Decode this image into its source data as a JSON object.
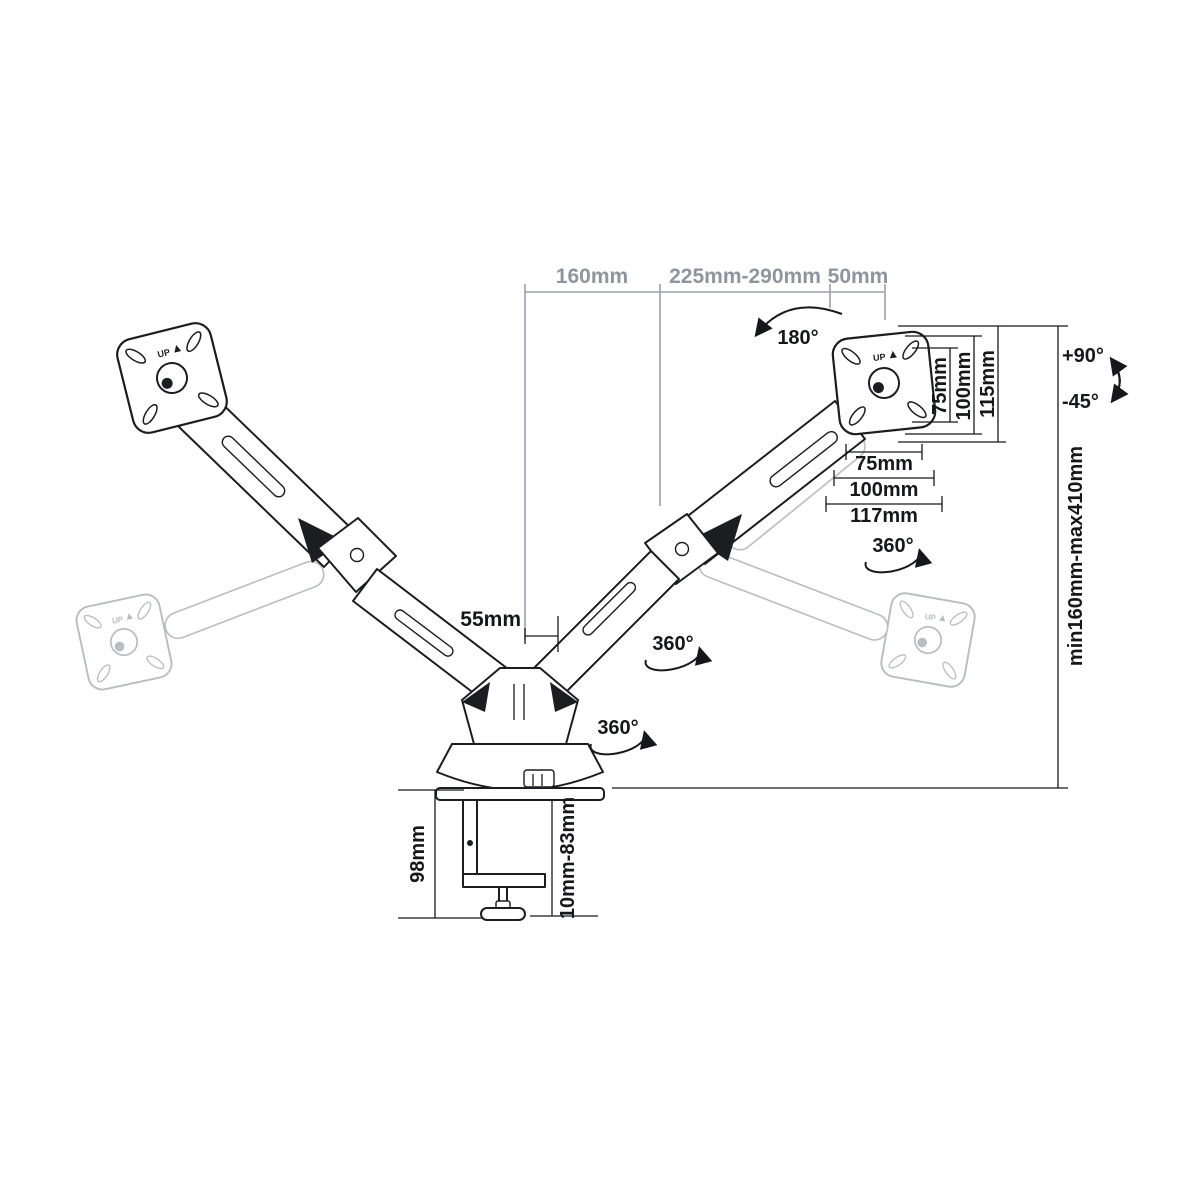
{
  "diagram": {
    "subject": "dual-monitor-desk-mount-technical-drawing",
    "palette": {
      "main_line": "#1b1d21",
      "ghost_line": "#babdc1",
      "dim_text_gray": "#8f959c",
      "dim_line_gray": "#9ba1a8",
      "label_text": "#15171a"
    },
    "labels": {
      "top_span_1": "160mm",
      "top_span_2": "225mm-290mm",
      "top_span_3": "50mm",
      "head_rotation": "180°",
      "vesa_vertical_inner": "75mm",
      "vesa_vertical_mid": "100mm",
      "vesa_vertical_outer": "115mm",
      "tilt_up": "+90°",
      "tilt_down": "-45°",
      "vesa_horizontal_inner": "75mm",
      "vesa_horizontal_mid": "100mm",
      "vesa_horizontal_outer": "117mm",
      "swivel_head": "360°",
      "swivel_elbow": "360°",
      "swivel_base": "360°",
      "height_range": "min160mm-max410mm",
      "arm_width": "55mm",
      "clamp_depth": "98mm",
      "clamp_range": "10mm-83mm",
      "vesa_up": "UP"
    }
  }
}
